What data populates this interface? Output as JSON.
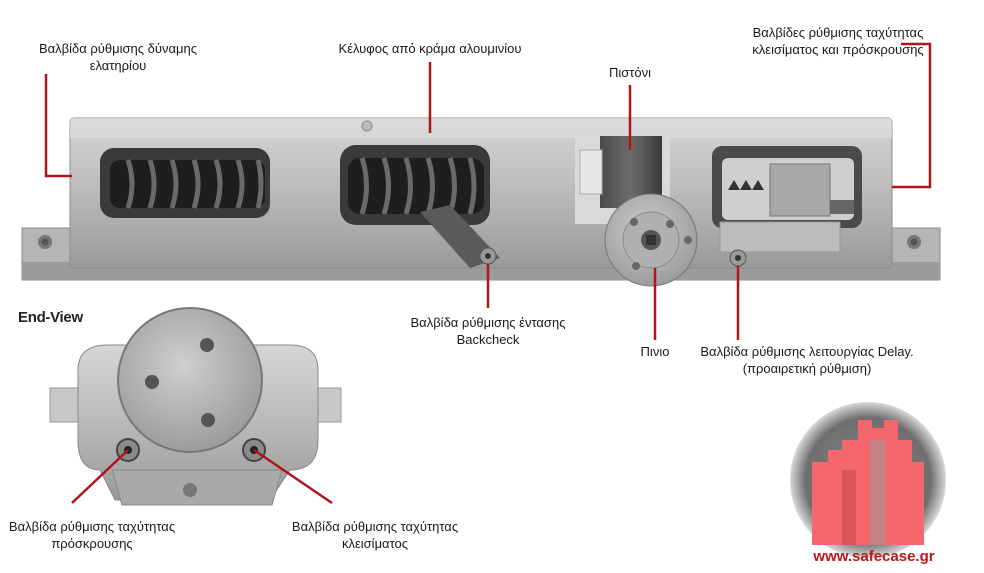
{
  "labels": {
    "spring_valve": [
      "Βαλβίδα ρύθμισης δύναμης",
      "ελατηρίου"
    ],
    "housing": [
      "Κέλυφος από κράμα αλουμινίου"
    ],
    "speed_valves": [
      "Βαλβίδες ρύθμισης ταχύτητας",
      "κλεισίματος και πρόσκρουσης"
    ],
    "piston": [
      "Πιστόνι"
    ],
    "backcheck_valve": [
      "Βαλβίδα ρύθμισης έντασης",
      "Backcheck"
    ],
    "pinion": [
      "Πινιο"
    ],
    "delay_valve": [
      "Βαλβίδα ρύθμισης λειτουργίας Delay.",
      "(προαιρετική ρύθμιση)"
    ],
    "impact_valve": [
      "Βαλβίδα ρύθμισης ταχύτητας",
      "πρόσκρουσης"
    ],
    "closing_valve": [
      "Βαλβίδα ρύθμισης ταχύτητας",
      "κλεισίματος"
    ]
  },
  "end_view_title": "End-View",
  "brand": {
    "url": "www.safecase.gr"
  },
  "colors": {
    "leader": "#b0151c",
    "brand_red": "#c0141b",
    "logo_tower": "#f4676c",
    "logo_bg": "#7a7a7a"
  }
}
